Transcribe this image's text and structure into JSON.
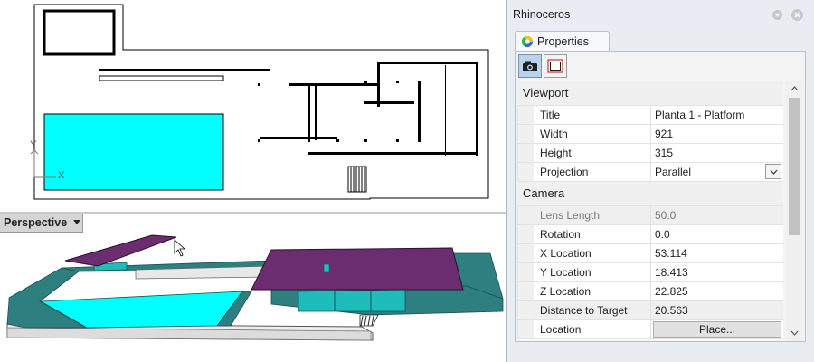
{
  "app": {
    "window_title": "Rhinoceros"
  },
  "viewports": {
    "top_axes": {
      "x_label": "X",
      "y_label": "Y"
    },
    "perspective": {
      "title": "Perspective"
    }
  },
  "panel": {
    "tab_label": "Properties",
    "toolbar": [
      {
        "icon": "camera-icon",
        "active": true
      },
      {
        "icon": "rectangle-icon",
        "active": false
      }
    ],
    "sections": {
      "viewport": {
        "title": "Viewport",
        "title_label": "Title",
        "title_value": "Planta 1 - Platform",
        "width_label": "Width",
        "width_value": "921",
        "height_label": "Height",
        "height_value": "315",
        "projection_label": "Projection",
        "projection_value": "Parallel"
      },
      "camera": {
        "title": "Camera",
        "lens_label": "Lens Length",
        "lens_value": "50.0",
        "rotation_label": "Rotation",
        "rotation_value": "0.0",
        "xloc_label": "X Location",
        "xloc_value": "53.114",
        "yloc_label": "Y Location",
        "yloc_value": "18.413",
        "zloc_label": "Z Location",
        "zloc_value": "22.825",
        "dist_label": "Distance to Target",
        "dist_value": "20.563",
        "location_label": "Location",
        "place_button": "Place..."
      }
    }
  },
  "colors": {
    "pool": "#00ffff",
    "wall": "#2e7f7f",
    "roof": "#6b2d6f",
    "glass": "#1fbcbc",
    "panel_bg": "#e9ecf1"
  }
}
